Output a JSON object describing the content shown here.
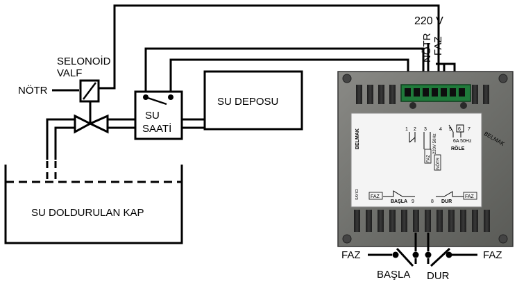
{
  "diagram": {
    "supply_voltage": "220 V",
    "terminal_notr": "NÖTR",
    "terminal_faz": "FAZ",
    "valve_name_line1": "SELONOİD",
    "valve_name_line2": "VALF",
    "valve_notr": "NÖTR",
    "meter_line1": "SU",
    "meter_line2": "SAATİ",
    "tank": "SU DEPOSU",
    "vessel": "SU DOLDURULAN KAP",
    "button_faz_left": "FAZ",
    "button_faz_right": "FAZ",
    "button_start": "BAŞLA",
    "button_stop": "DUR"
  },
  "device": {
    "brand_left": "BELMAK",
    "brand_right": "BELMAK",
    "counter_label": "SAYICI",
    "pin_1": "1",
    "pin_2": "2",
    "pin_3": "3",
    "pin_4": "4",
    "pin_5": "5",
    "pin_6": "6",
    "pin_7": "7",
    "supply_rating": "220V 50Hz",
    "faz_tag": "FAZ",
    "notr_tag": "NÖTR",
    "relay_rating": "6A 50Hz",
    "relay_label": "RÖLE",
    "start_faz": "FAZ",
    "start_label": "BAŞLA",
    "start_pin": "9",
    "stop_pin": "8",
    "stop_label": "DUR",
    "stop_faz": "FAZ"
  }
}
